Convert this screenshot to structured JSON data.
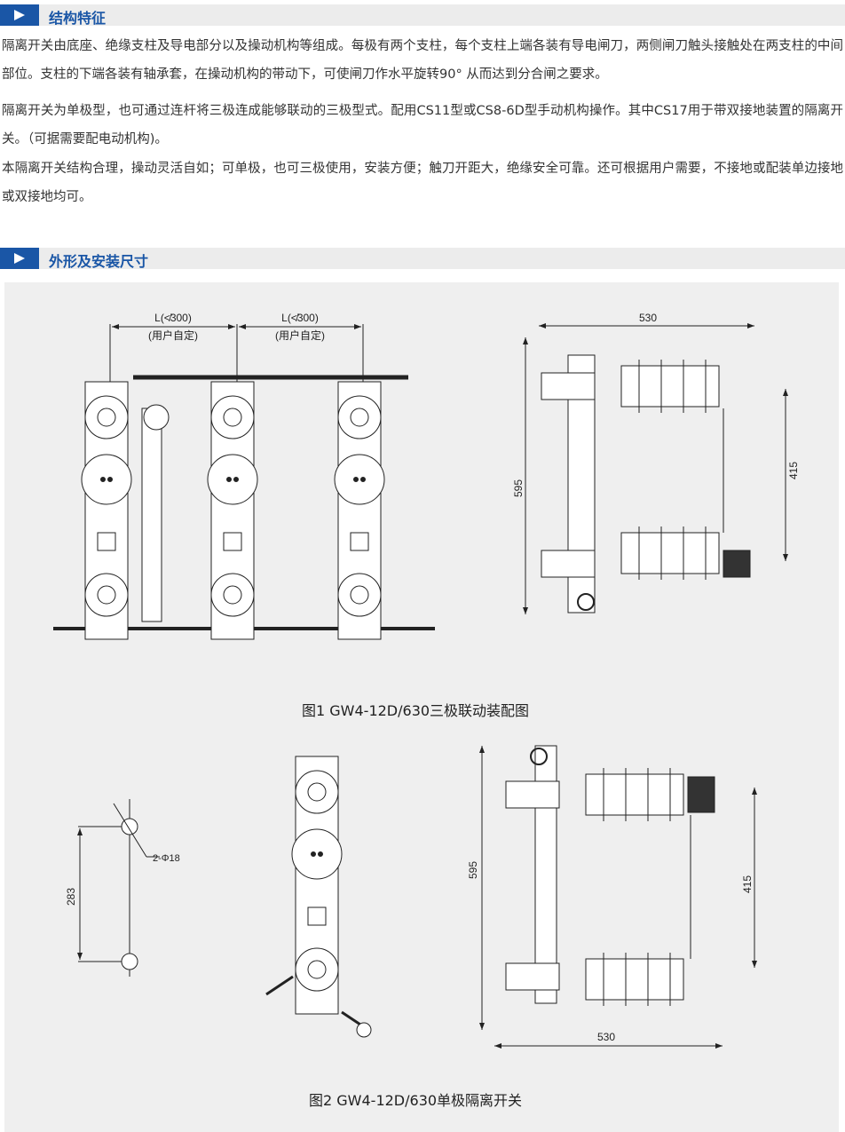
{
  "sections": [
    {
      "title": "结构特征",
      "paragraphs": [
        "隔离开关由底座、绝缘支柱及导电部分以及操动机构等组成。每极有两个支柱，每个支柱上端各装有导电闸刀，两侧闸刀触头接触处在两支柱的中间部位。支柱的下端各装有轴承套，在操动机构的带动下，可使闸刀作水平旋转90° 从而达到分合闸之要求。",
        "隔离开关为单极型，也可通过连杆将三极连成能够联动的三极型式。配用CS11型或CS8-6D型手动机构操作。其中CS17用于带双接地装置的隔离开关。（可据需要配电动机构)。",
        "本隔离开关结构合理，操动灵活自如；可单极，也可三极使用，安装方便；触刀开距大，绝缘安全可靠。还可根据用户需要，不接地或配装单边接地或双接地均可。"
      ]
    },
    {
      "title": "外形及安装尺寸"
    }
  ],
  "figure1": {
    "caption": "图1 GW4-12D/630三极联动装配图",
    "dim_L": "L(≮300)",
    "dim_L_note": "(用户自定)",
    "dim_width": "530",
    "dim_height": "595",
    "dim_pole": "415"
  },
  "figure2": {
    "caption": "图2 GW4-12D/630单极隔离开关",
    "hole_spacing": "283",
    "hole_label": "2-Φ18",
    "dim_width": "530",
    "dim_height": "595",
    "dim_pole": "415"
  }
}
